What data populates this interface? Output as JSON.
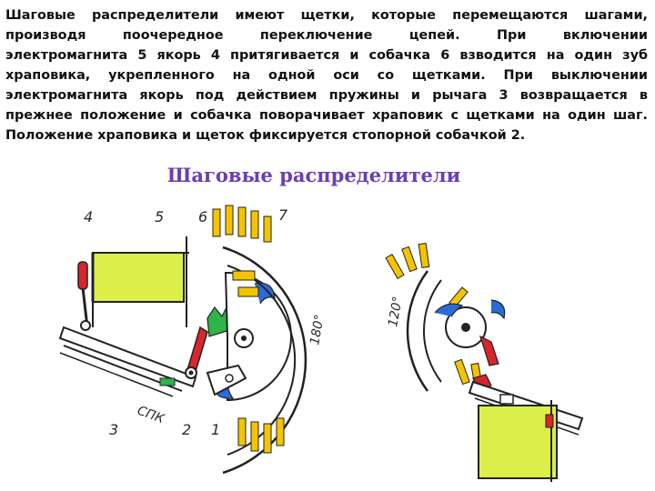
{
  "paragraph": {
    "lines": [
      "Шаговые распределители имеют щетки, которые перемещаются шагами,",
      "производя поочередное переключение цепей. При включении",
      "электромагнита 5 якорь 4 притягивается и собачка 6 взводится на один зуб",
      "храповика, укрепленного на одной оси со щетками. При выключении",
      "электромагнита якорь под действием пружины и рычага 3 возвращается в",
      "прежнее положение и собачка поворачивает храповик с щетками на один шаг.",
      "Положение храповика и щеток фиксируется стопорной собачкой 2."
    ]
  },
  "figure": {
    "title": "Шаговые распределители",
    "labels": {
      "n1": "1",
      "n2": "2",
      "n3": "3",
      "n4": "4",
      "n5": "5",
      "n6": "6",
      "n7": "7",
      "spk": "СПК",
      "angle180": "180°",
      "angle120": "120°"
    },
    "colors": {
      "coil": "#dcee4a",
      "brush": "#f5c400",
      "red": "#d8262c",
      "blue": "#2a6bd8",
      "green": "#2fb34a",
      "heading": "#6a3fb0"
    }
  }
}
